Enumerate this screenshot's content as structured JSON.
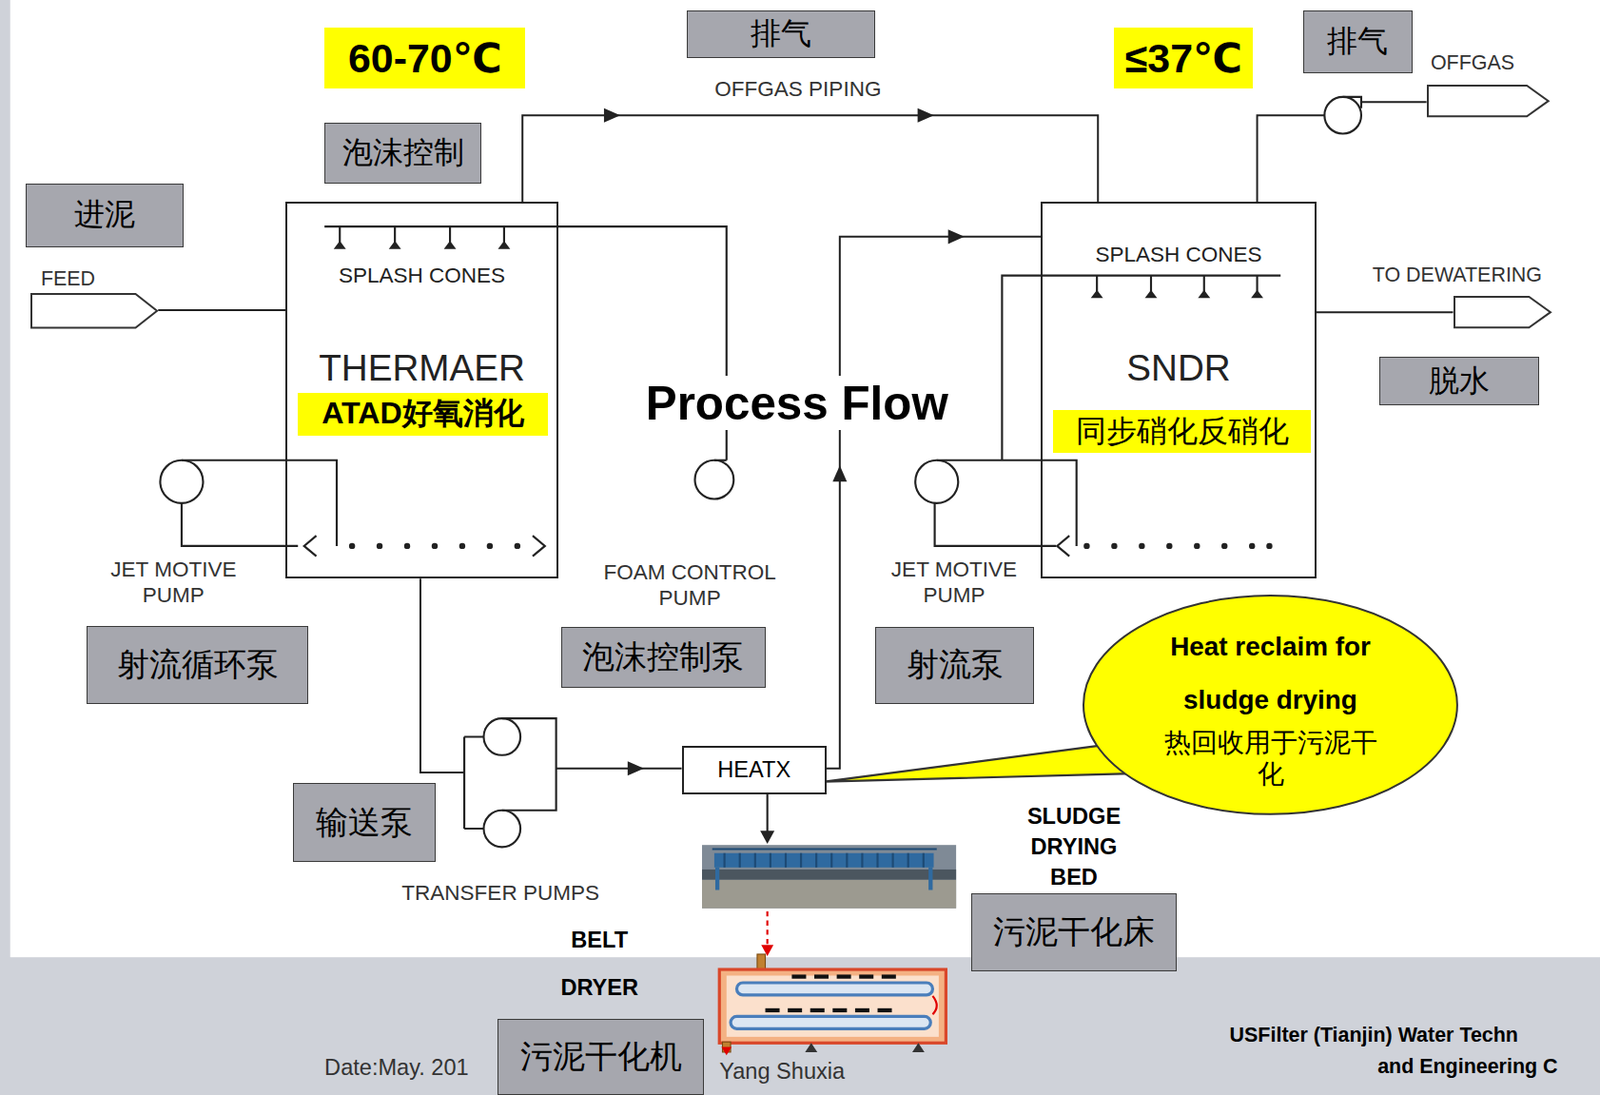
{
  "diagram": {
    "title": "Process Flow",
    "nodes": [
      {
        "text": [
          "60-70℃"
        ]
      },
      {
        "text": [
          "排气"
        ]
      },
      {
        "text": [
          "≤37℃"
        ]
      },
      {
        "text": [
          "排气"
        ]
      },
      {
        "text": [
          "OFFGAS"
        ]
      },
      {
        "text": [
          "泡沫控制"
        ]
      },
      {
        "text": [
          "进泥"
        ]
      },
      {
        "text": [
          "FEED"
        ]
      },
      {
        "text": [
          "SPLASH CONES",
          "THERMAER"
        ]
      },
      {
        "text": [
          "ATAD好氧消化"
        ],
        "in": 8
      },
      {
        "text": [
          "SPLASH CONES",
          "SNDR"
        ]
      },
      {
        "text": [
          "同步硝化反硝化"
        ],
        "in": 10
      },
      {
        "text": [
          "TO DEWATERING"
        ]
      },
      {
        "text": [
          "脱水"
        ]
      },
      {
        "text": [
          "射流循环泵"
        ]
      },
      {
        "text": [
          "泡沫控制泵"
        ]
      },
      {
        "text": [
          "射流泵"
        ]
      },
      {
        "text": [
          "Heat reclaim for sludge drying",
          "热回收用于污泥干化"
        ]
      },
      {
        "text": [
          "HEATX"
        ]
      },
      {
        "text": [
          "输送泵"
        ]
      },
      {
        "text": [
          "污泥干化床"
        ]
      },
      {
        "text": [
          "污泥干化机"
        ]
      }
    ],
    "edges": [
      {
        "from": 7,
        "to": 8,
        "arrow": "none"
      },
      {
        "from": 8,
        "to": 10,
        "label": "OFFGAS PIPING",
        "arrow": "to"
      },
      {
        "from": 10,
        "to": 4,
        "arrow": "none"
      },
      {
        "from": 10,
        "to": 12,
        "arrow": "none"
      },
      {
        "from": 8,
        "to": 18,
        "arrow": "to"
      },
      {
        "from": 18,
        "to": 10,
        "arrow": "to"
      }
    ],
    "labels": [
      "JET MOTIVE PUMP",
      "FOAM CONTROL PUMP",
      "JET MOTIVE PUMP",
      "TRANSFER PUMPS",
      "SLUDGE DRYING BED",
      "BELT DRYER",
      "Date:May. 201",
      "Yang Shuxia",
      "USFilter (Tianjin) Water Techn",
      "and Engineering C"
    ]
  }
}
